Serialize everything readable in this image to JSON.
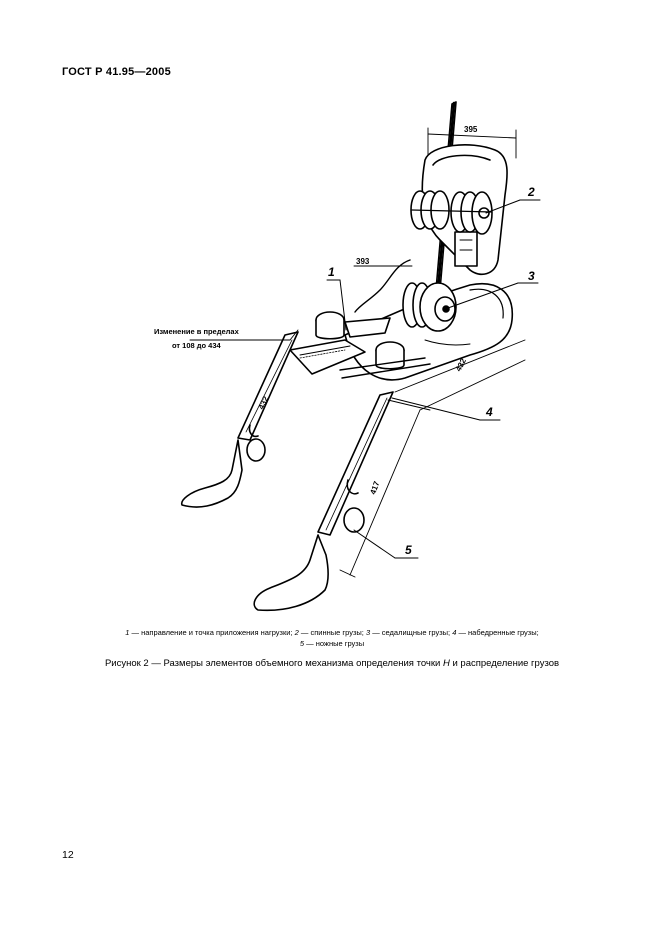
{
  "header": {
    "standard_id": "ГОСТ Р 41.95—2005"
  },
  "figure": {
    "dimensions": {
      "width_top": "395",
      "backrest": "393",
      "seat_length": "432",
      "thigh_length": "417",
      "shin_left": "432"
    },
    "range_note": {
      "line1": "Изменение в пределах",
      "line2": "от 108 до 434"
    },
    "labels": [
      "1",
      "2",
      "3",
      "4",
      "5"
    ]
  },
  "legend": {
    "items": [
      {
        "num": "1",
        "text": " — направление и точка приложения нагрузки; "
      },
      {
        "num": "2",
        "text": " — спинные грузы; "
      },
      {
        "num": "3",
        "text": " — седалищные грузы; "
      },
      {
        "num": "4",
        "text": " — набедренные грузы;"
      },
      {
        "num": "5",
        "text": " — ножные грузы"
      }
    ]
  },
  "caption": {
    "text_before": "Рисунок 2 — Размеры элементов объемного механизма определения точки ",
    "symbol": "H",
    "text_after": " и распределение грузов"
  },
  "page_number": "12"
}
